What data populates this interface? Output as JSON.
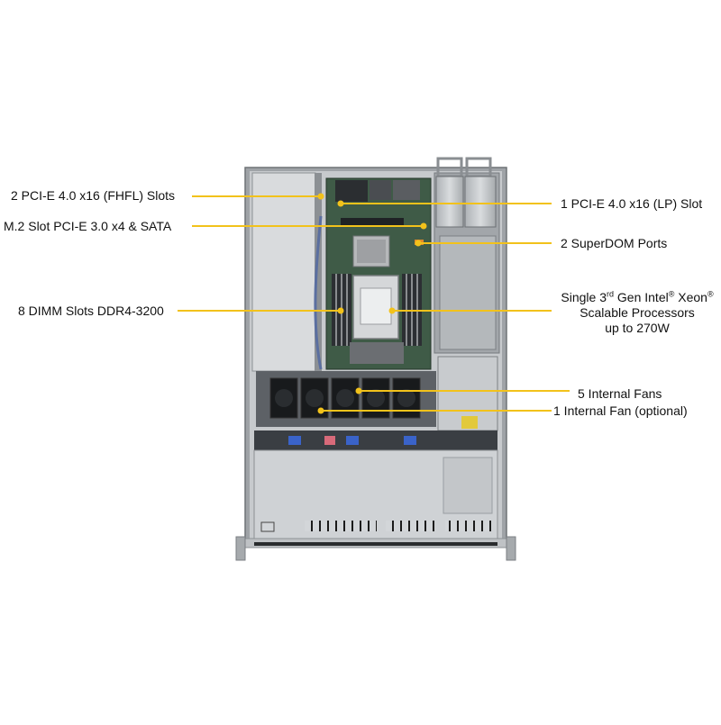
{
  "colors": {
    "callout_line": "#f2c21b",
    "chassis": "#b9bcbf",
    "board": "#3d5a45",
    "background": "#ffffff"
  },
  "callouts": {
    "pcie_fhfl": "2 PCI-E 4.0 x16 (FHFL) Slots",
    "m2_slot": "M.2 Slot PCI-E 3.0 x4 & SATA",
    "dimm_slots": "8 DIMM Slots DDR4-3200",
    "pcie_lp": "1 PCI-E 4.0 x16 (LP) Slot",
    "superdom": "2 SuperDOM Ports",
    "processor": {
      "line1_pre": "Single 3",
      "line1_sup1": "rd",
      "line1_mid": " Gen Intel",
      "line1_sup2": "®",
      "line1_mid2": "  Xeon",
      "line1_sup3": "®",
      "line2": "Scalable Processors",
      "line3": "up to 270W"
    },
    "internal_fans": "5 Internal  Fans",
    "optional_fan": "1 Internal  Fan (optional)"
  }
}
